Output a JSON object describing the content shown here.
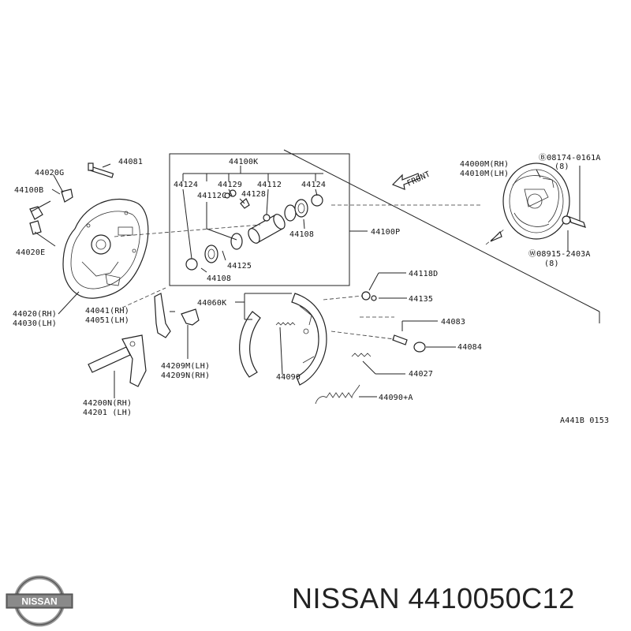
{
  "labels": {
    "l44081": "44081",
    "l44020G": "44020G",
    "l44100B": "44100B",
    "l44020E": "44020E",
    "l44020RH": "44020(RH)",
    "l44030LH": "44030(LH)",
    "l44100K": "44100K",
    "l44124a": "44124",
    "l44129": "44129",
    "l44112a": "44112",
    "l44124b": "44124",
    "l44112C": "44112C",
    "l44128": "44128",
    "l44108a": "44108",
    "l44125": "44125",
    "l44108b": "44108",
    "l44100P": "44100P",
    "lFront": "FRONT",
    "l44000M": "44000M(RH)",
    "l44010M": "44010M(LH)",
    "lBolt": "Ⓑ08174-0161A",
    "lBoltQty": "(8)",
    "lWasher": "Ⓦ08915-2403A",
    "lWasherQty": "(8)",
    "l44118D": "44118D",
    "l44135": "44135",
    "l44060K": "44060K",
    "l44041": "44041(RH)",
    "l44051": "44051(LH)",
    "l44083": "44083",
    "l44084": "44084",
    "l44209M": "44209M(LH)",
    "l44209N": "44209N(RH)",
    "l44090": "44090",
    "l44027": "44027",
    "l44200N": "44200N(RH)",
    "l44201": "44201  (LH)",
    "l44090A": "44090+A",
    "lRef": "A441B 0153"
  },
  "footer": {
    "title": "NISSAN 4410050C12",
    "logo_text": "NISSAN"
  }
}
